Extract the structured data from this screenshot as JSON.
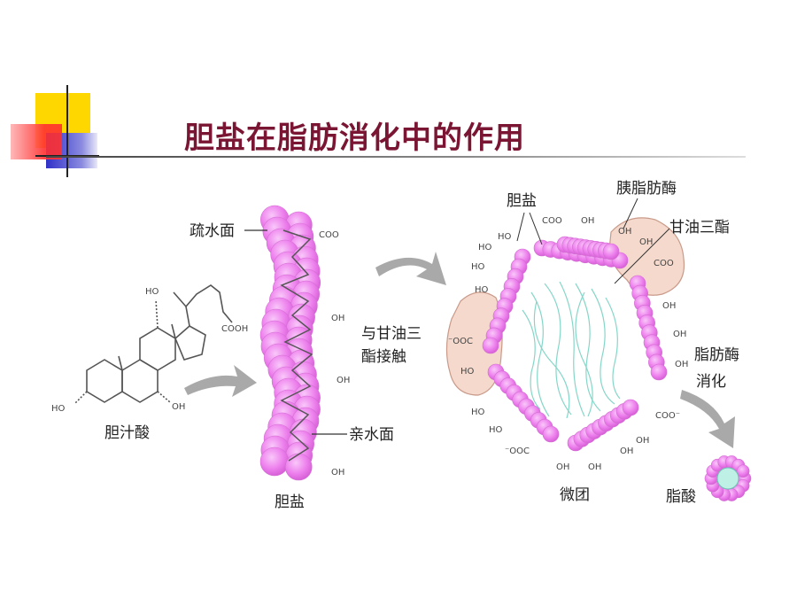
{
  "title": "胆盐在脂肪消化中的作用",
  "labels": {
    "bile_acid": "胆汁酸",
    "bile_salt_bottom": "胆盐",
    "hydrophobic": "疏水面",
    "hydrophilic": "亲水面",
    "contact_line1": "与甘油三",
    "contact_line2": "酯接触",
    "bile_salt_top": "胆盐",
    "pancreatic_lipase": "胰脂肪酶",
    "triglyceride": "甘油三酯",
    "lipase_digestion_line1": "脂肪酶",
    "lipase_digestion_line2": "消化",
    "micelle": "微团",
    "fatty_acid": "脂酸"
  },
  "chem": {
    "oh": "HO",
    "oh_r": "OH",
    "cooh": "COOH",
    "coo": "COO",
    "coo_minus": "COO⁻",
    "coo_left": "⁻OOC"
  },
  "colors": {
    "title": "#7a1533",
    "bile_salt": "#ee82ee",
    "lipase": "#f4d9cc",
    "arrow": "#9a9a9a",
    "fat": "#86d6c8",
    "deco_yellow": "#ffd700",
    "deco_red": "#ff3a3a",
    "deco_blue": "#3333cc"
  }
}
